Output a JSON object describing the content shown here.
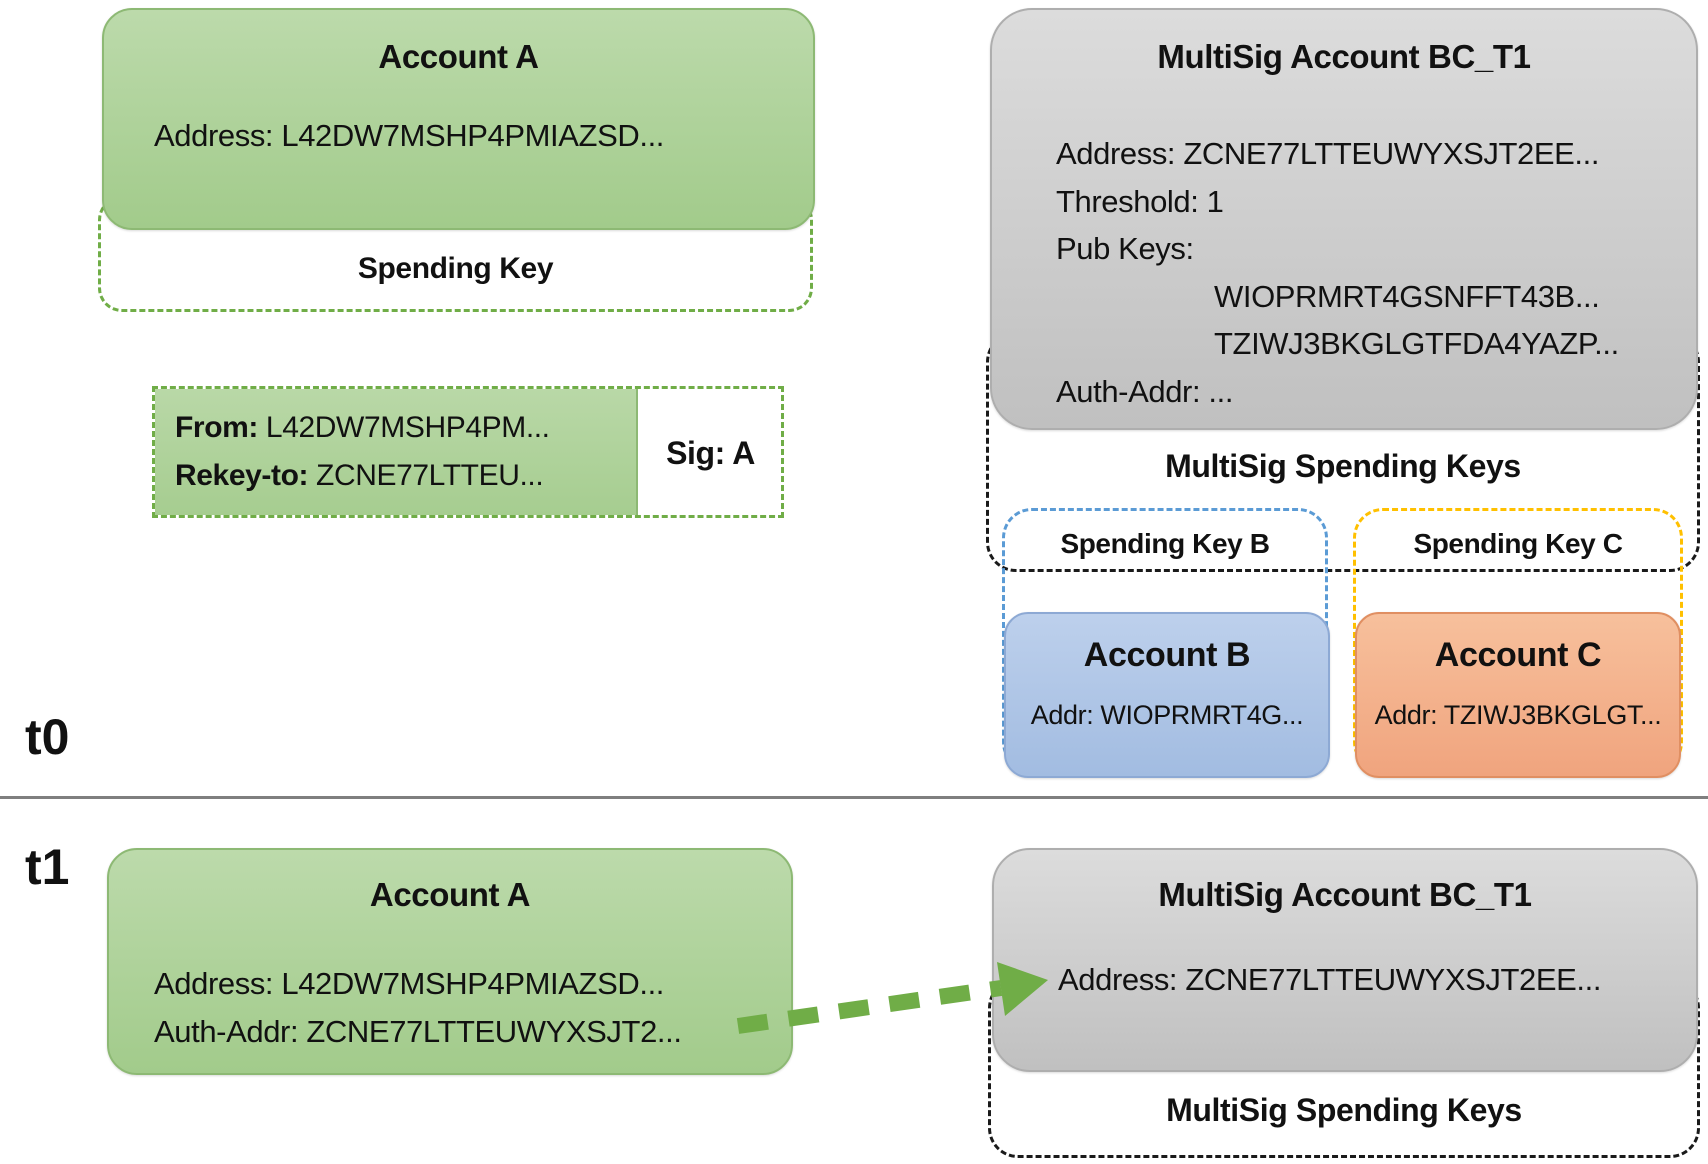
{
  "palette": {
    "green_fill": "#a9d18e",
    "green_line": "#70ad47",
    "gray_fill": "#cfcfcf",
    "blue_fill": "#b4c7e7",
    "blue_line": "#5b9bd5",
    "orange_fill": "#f4b183",
    "yellow_line": "#ffc000",
    "black_line": "#1a1a1a"
  },
  "t0": {
    "label": "t0",
    "account_a": {
      "title": "Account A",
      "address": "Address: L42DW7MSHP4PMIAZSD..."
    },
    "spending_key_label": "Spending Key",
    "txn": {
      "from_label": "From:",
      "from_value": " L42DW7MSHP4PM...",
      "rekey_label": "Rekey-to:",
      "rekey_value": "  ZCNE77LTTEU...",
      "sig": "Sig: A"
    },
    "multisig": {
      "title": "MultiSig Account BC_T1",
      "lines": [
        "Address: ZCNE77LTTEUWYXSJT2EE...",
        "Threshold: 1",
        "Pub Keys:",
        "WIOPRMRT4GSNFFT43B...",
        "TZIWJ3BKGLGTFDA4YAZP...",
        "Auth-Addr: ..."
      ]
    },
    "multisig_spending_keys_label": "MultiSig Spending Keys",
    "spending_key_b_label": "Spending Key B",
    "spending_key_c_label": "Spending Key C",
    "account_b": {
      "title": "Account B",
      "address": "Addr: WIOPRMRT4G..."
    },
    "account_c": {
      "title": "Account C",
      "address": "Addr: TZIWJ3BKGLGT..."
    }
  },
  "t1": {
    "label": "t1",
    "account_a": {
      "title": "Account A",
      "address": "Address: L42DW7MSHP4PMIAZSD...",
      "auth_addr": "Auth-Addr: ZCNE77LTTEUWYXSJT2..."
    },
    "multisig": {
      "title": "MultiSig Account BC_T1",
      "address": "Address: ZCNE77LTTEUWYXSJT2EE..."
    },
    "multisig_spending_keys_label": "MultiSig Spending Keys"
  }
}
